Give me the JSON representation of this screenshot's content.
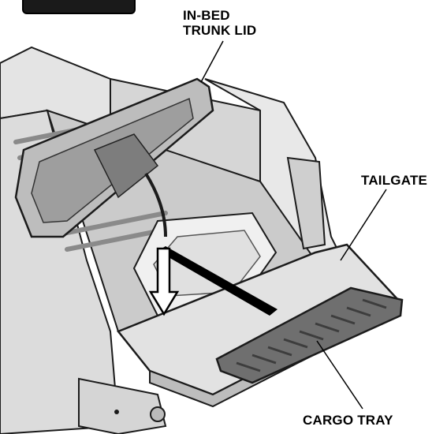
{
  "labels": {
    "trunk_lid_line1": "IN-BED",
    "trunk_lid_line2": "TRUNK LID",
    "tailgate": "TAILGATE",
    "cargo_tray": "CARGO TRAY"
  },
  "colors": {
    "body_light": "#e9e9e9",
    "body_mid": "#cfcfcf",
    "body_dark": "#9a9a9a",
    "outline": "#1b1b1b",
    "tray": "#6f6f6f",
    "tray_dark": "#3d3d3d",
    "arrow": "#000000"
  }
}
